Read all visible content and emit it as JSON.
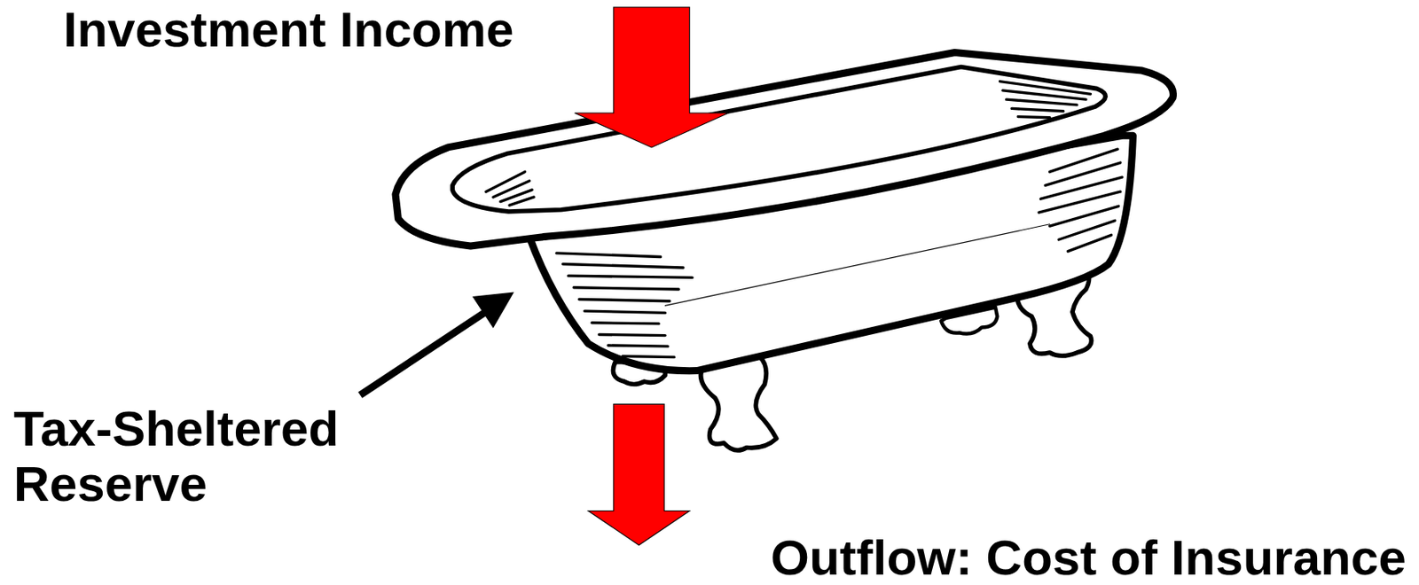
{
  "diagram": {
    "labels": [
      "Investment Income",
      "Tax-Sheltered Reserve",
      "Outflow: Cost of Insurance"
    ]
  }
}
